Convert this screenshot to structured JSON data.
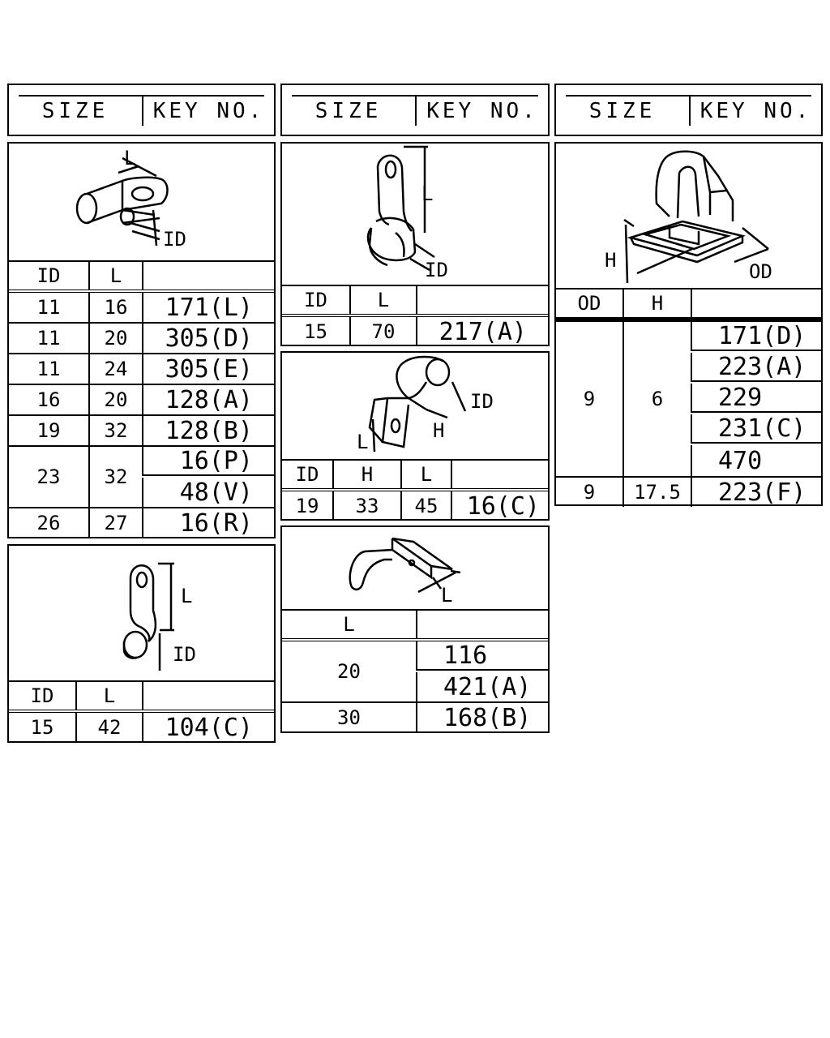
{
  "header": {
    "size_label": "SIZE",
    "key_label": "KEY NO."
  },
  "panels": {
    "clip_a": {
      "dim_labels": [
        "L",
        "ID"
      ],
      "columns": [
        "ID",
        "L",
        ""
      ],
      "rows": [
        {
          "id": "11",
          "l": "16",
          "keys": [
            "171(L)"
          ]
        },
        {
          "id": "11",
          "l": "20",
          "keys": [
            "305(D)"
          ]
        },
        {
          "id": "11",
          "l": "24",
          "keys": [
            "305(E)"
          ]
        },
        {
          "id": "16",
          "l": "20",
          "keys": [
            "128(A)"
          ]
        },
        {
          "id": "19",
          "l": "32",
          "keys": [
            "128(B)"
          ]
        },
        {
          "id": "23",
          "l": "32",
          "keys": [
            "16(P)",
            "48(V)"
          ]
        },
        {
          "id": "26",
          "l": "27",
          "keys": [
            "16(R)"
          ]
        }
      ]
    },
    "clip_b": {
      "dim_labels": [
        "L",
        "ID"
      ],
      "columns": [
        "ID",
        "L",
        ""
      ],
      "rows": [
        {
          "id": "15",
          "l": "42",
          "keys": [
            "104(C)"
          ]
        }
      ]
    },
    "clip_c": {
      "dim_labels": [
        "L",
        "ID"
      ],
      "columns": [
        "ID",
        "L",
        ""
      ],
      "rows": [
        {
          "id": "15",
          "l": "70",
          "keys": [
            "217(A)"
          ]
        }
      ]
    },
    "clip_d": {
      "dim_labels": [
        "ID",
        "H",
        "L"
      ],
      "columns": [
        "ID",
        "H",
        "L",
        ""
      ],
      "rows": [
        {
          "id": "19",
          "h": "33",
          "l": "45",
          "keys": [
            "16(C)"
          ]
        }
      ]
    },
    "clip_e": {
      "dim_labels": [
        "L"
      ],
      "columns": [
        "L",
        ""
      ],
      "rows": [
        {
          "l": "20",
          "keys": [
            "116",
            "421(A)"
          ]
        },
        {
          "l": "30",
          "keys": [
            "168(B)"
          ]
        }
      ]
    },
    "clip_f": {
      "dim_labels": [
        "H",
        "OD"
      ],
      "columns": [
        "OD",
        "H",
        ""
      ],
      "rows": [
        {
          "od": "9",
          "h": "6",
          "keys": [
            "171(D)",
            "223(A)",
            "229",
            "231(C)",
            "470"
          ]
        },
        {
          "od": "9",
          "h": "17.5",
          "keys": [
            "223(F)"
          ]
        }
      ]
    }
  }
}
